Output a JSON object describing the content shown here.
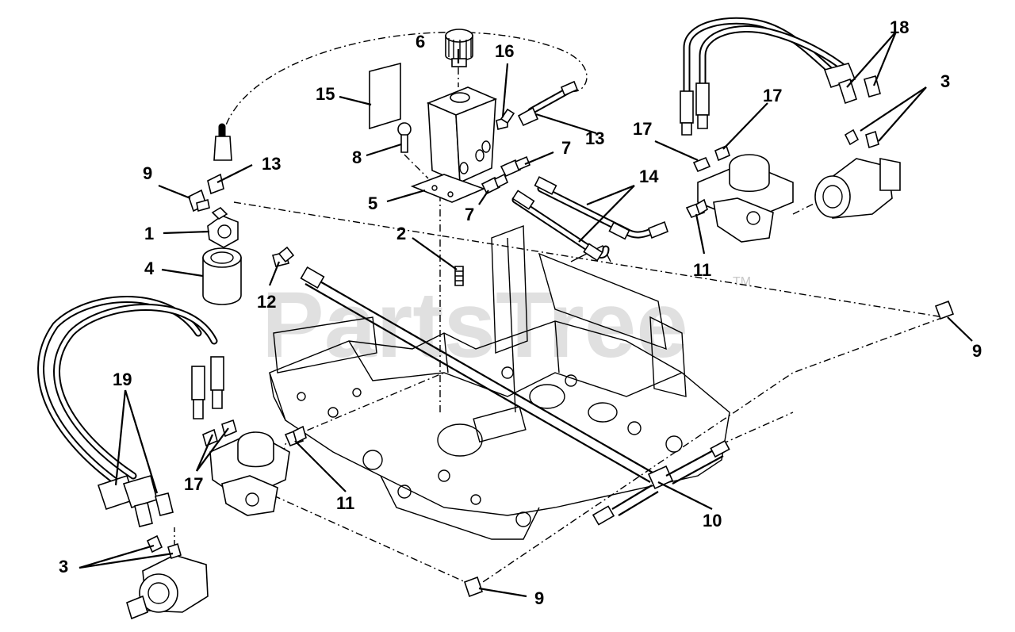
{
  "watermark": {
    "text": "PartsTree",
    "tm": "TM"
  },
  "callouts": [
    {
      "id": "c-18",
      "label": "18"
    },
    {
      "id": "c-3-top",
      "label": "3"
    },
    {
      "id": "c-6",
      "label": "6"
    },
    {
      "id": "c-16",
      "label": "16"
    },
    {
      "id": "c-15",
      "label": "15"
    },
    {
      "id": "c-17-top-right",
      "label": "17"
    },
    {
      "id": "c-17-top-left",
      "label": "17"
    },
    {
      "id": "c-13-right",
      "label": "13"
    },
    {
      "id": "c-13-left",
      "label": "13"
    },
    {
      "id": "c-9-left",
      "label": "9"
    },
    {
      "id": "c-8",
      "label": "8"
    },
    {
      "id": "c-7-upper",
      "label": "7"
    },
    {
      "id": "c-14",
      "label": "14"
    },
    {
      "id": "c-5",
      "label": "5"
    },
    {
      "id": "c-7-lower",
      "label": "7"
    },
    {
      "id": "c-1",
      "label": "1"
    },
    {
      "id": "c-2",
      "label": "2"
    },
    {
      "id": "c-11-right",
      "label": "11"
    },
    {
      "id": "c-4",
      "label": "4"
    },
    {
      "id": "c-12",
      "label": "12"
    },
    {
      "id": "c-9-right",
      "label": "9"
    },
    {
      "id": "c-19",
      "label": "19"
    },
    {
      "id": "c-17-bottom",
      "label": "17"
    },
    {
      "id": "c-11-bottom",
      "label": "11"
    },
    {
      "id": "c-10",
      "label": "10"
    },
    {
      "id": "c-3-bottom",
      "label": "3"
    },
    {
      "id": "c-9-bottom",
      "label": "9"
    }
  ]
}
